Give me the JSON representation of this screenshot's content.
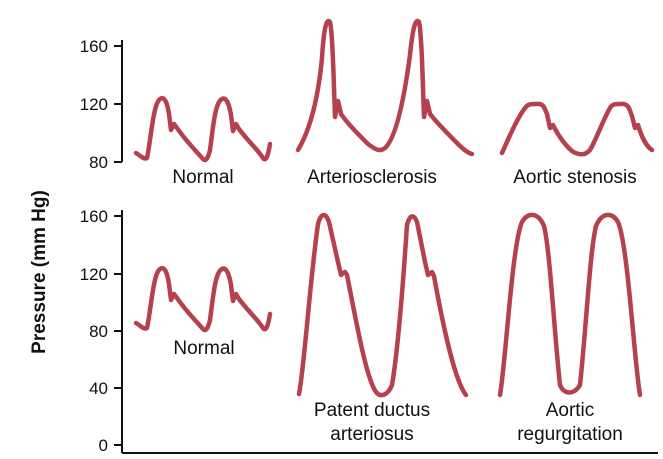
{
  "y_axis_title": "Pressure (mm Hg)",
  "top_axis": {
    "ticks": [
      "160",
      "120",
      "80"
    ]
  },
  "bottom_axis": {
    "ticks": [
      "160",
      "120",
      "80",
      "40",
      "0"
    ]
  },
  "waveforms": {
    "top_normal": "Normal",
    "arteriosclerosis": "Arteriosclerosis",
    "aortic_stenosis": "Aortic stenosis",
    "bottom_normal": "Normal",
    "patent_ductus_line1": "Patent ductus",
    "patent_ductus_line2": "arteriosus",
    "aortic_regurg_line1": "Aortic",
    "aortic_regurg_line2": "regurgitation"
  },
  "colors": {
    "waveform": "#b5404e",
    "axis": "#111111"
  }
}
